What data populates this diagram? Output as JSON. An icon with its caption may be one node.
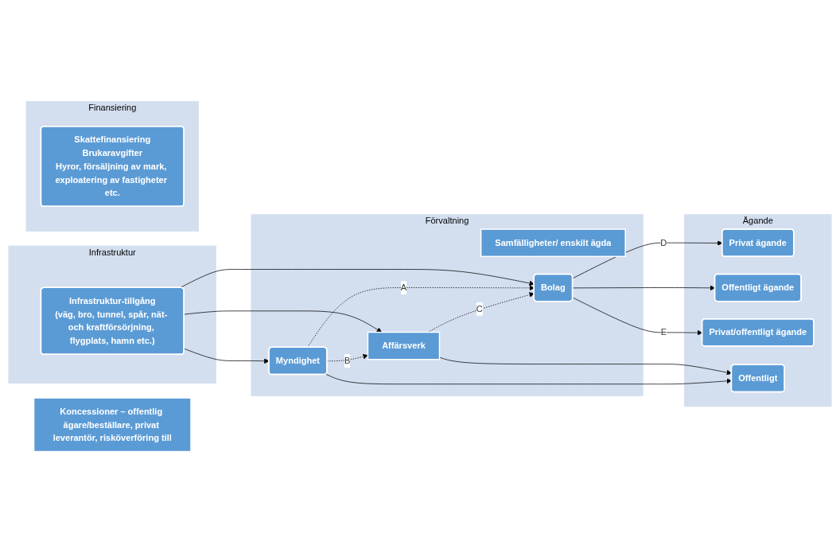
{
  "diagram": {
    "nodes": [
      {
        "text": [
          "Infrastruktur"
        ]
      },
      {
        "text": [
          "Infrastruktur-tillgång",
          "(väg, bro, tunnel, spår, nät- och kraftförsörjning, flygplats, hamn etc.)"
        ],
        "in": 0
      },
      {
        "text": [
          "Förvaltning"
        ]
      },
      {
        "text": [
          "Samfälligheter/ enskilt ägda"
        ],
        "in": 2
      },
      {
        "text": [
          "Bolag"
        ],
        "in": 2
      },
      {
        "text": [
          "Affärsverk"
        ],
        "in": 2
      },
      {
        "text": [
          "Myndighet"
        ],
        "in": 2
      },
      {
        "text": [
          "Ägande"
        ]
      },
      {
        "text": [
          "Privat ägande"
        ],
        "in": 7
      },
      {
        "text": [
          "Offentligt ägande"
        ],
        "in": 7
      },
      {
        "text": [
          "Privat/offentligt ägande"
        ],
        "in": 7
      },
      {
        "text": [
          "Offentligt"
        ],
        "in": 7
      },
      {
        "text": [
          "Finansiering"
        ]
      },
      {
        "text": [
          "Skattefinansiering",
          "Brukaravgifter",
          "Hyror, försäljning av mark, exploatering av fastigheter etc."
        ],
        "in": 12
      },
      {
        "text": [
          "Koncessioner – offentlig ägare/beställare, privat leverantör, risköverföring till"
        ]
      }
    ],
    "edges": [
      {
        "from": 1,
        "to": 4,
        "arrow": "to"
      },
      {
        "from": 1,
        "to": 5,
        "arrow": "to"
      },
      {
        "from": 1,
        "to": 6,
        "arrow": "to"
      },
      {
        "from": 6,
        "to": 4,
        "arrow": "to",
        "style": "dashed",
        "label": "A"
      },
      {
        "from": 6,
        "to": 5,
        "arrow": "to",
        "style": "dashed",
        "label": "B"
      },
      {
        "from": 5,
        "to": 4,
        "arrow": "to",
        "style": "dashed",
        "label": "C"
      },
      {
        "from": 4,
        "to": 8,
        "arrow": "to",
        "label": "D"
      },
      {
        "from": 4,
        "to": 9,
        "arrow": "to"
      },
      {
        "from": 4,
        "to": 10,
        "arrow": "to",
        "label": "E"
      },
      {
        "from": 5,
        "to": 11,
        "arrow": "to"
      },
      {
        "from": 6,
        "to": 11,
        "arrow": "to"
      }
    ]
  }
}
